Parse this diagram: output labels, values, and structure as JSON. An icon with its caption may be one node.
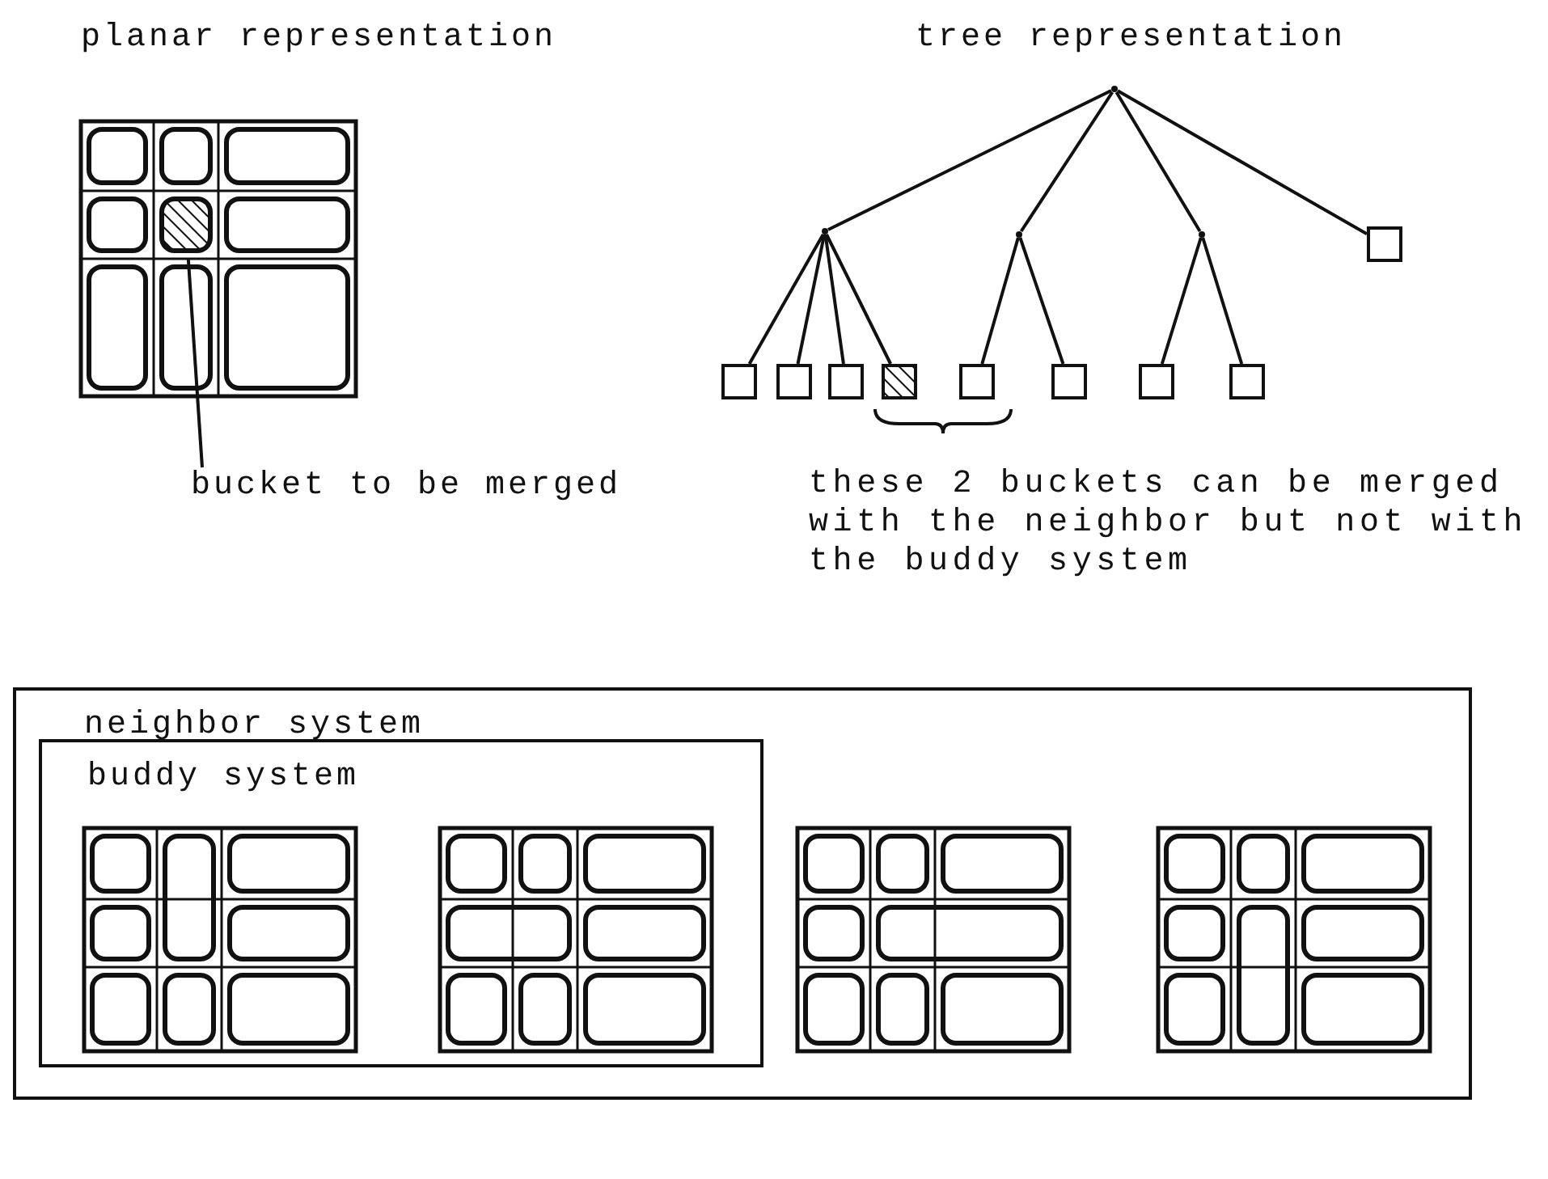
{
  "diagram": {
    "nodes": [
      {
        "text": [],
        "shape": "box"
      },
      {
        "text": [],
        "shape": "point"
      },
      {
        "text": [],
        "shape": "point"
      },
      {
        "text": [],
        "shape": "point"
      },
      {
        "text": [],
        "shape": "point"
      },
      {
        "text": [],
        "shape": "box"
      },
      {
        "text": [],
        "shape": "box"
      },
      {
        "text": [],
        "shape": "box"
      },
      {
        "text": [],
        "shape": "box"
      },
      {
        "text": [],
        "shape": "box"
      },
      {
        "text": [],
        "shape": "box"
      },
      {
        "text": [],
        "shape": "box"
      },
      {
        "text": [],
        "shape": "box"
      },
      {
        "text": [],
        "shape": "box"
      },
      {
        "text": [
          "bucket to be merged"
        ]
      },
      {
        "text": [
          "neighbor system"
        ]
      },
      {
        "text": [
          "buddy system"
        ],
        "in": 15
      }
    ],
    "edges": [
      {
        "from": 1,
        "to": 2,
        "arrow": "none"
      },
      {
        "from": 1,
        "to": 3,
        "arrow": "none"
      },
      {
        "from": 1,
        "to": 4,
        "arrow": "none"
      },
      {
        "from": 1,
        "to": 5,
        "arrow": "none"
      },
      {
        "from": 2,
        "to": 6,
        "arrow": "none"
      },
      {
        "from": 2,
        "to": 7,
        "arrow": "none"
      },
      {
        "from": 2,
        "to": 8,
        "arrow": "none"
      },
      {
        "from": 2,
        "to": 9,
        "arrow": "none"
      },
      {
        "from": 3,
        "to": 10,
        "arrow": "none"
      },
      {
        "from": 3,
        "to": 11,
        "arrow": "none"
      },
      {
        "from": 4,
        "to": 12,
        "arrow": "none"
      },
      {
        "from": 4,
        "to": 13,
        "arrow": "none"
      },
      {
        "from": 14,
        "to": 0,
        "arrow": "none"
      }
    ],
    "labels": [
      "planar representation",
      "tree representation",
      "these 2 buckets can be merged with the neighbor but not with the buddy system"
    ]
  }
}
